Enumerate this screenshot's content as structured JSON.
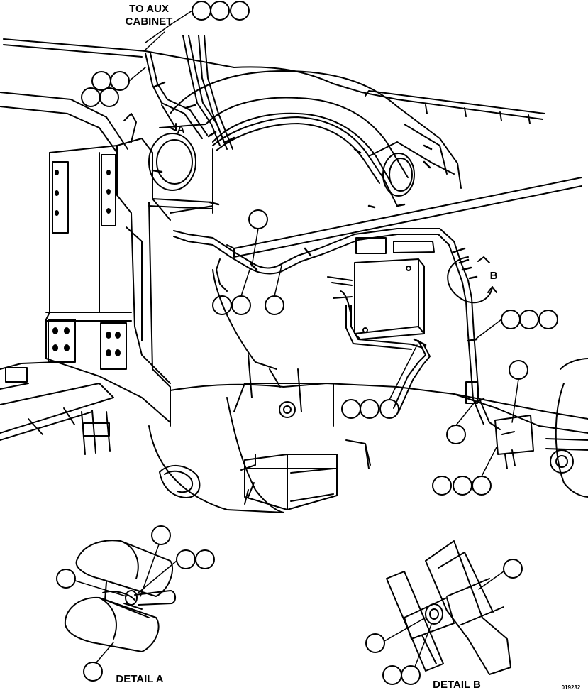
{
  "labels": {
    "aux_line1": "TO AUX",
    "aux_line2": "CABINET",
    "detail_a_marker": "A",
    "detail_b_marker": "B",
    "detail_a_caption": "DETAIL A",
    "detail_b_caption": "DETAIL B",
    "figure_id": "019232"
  }
}
